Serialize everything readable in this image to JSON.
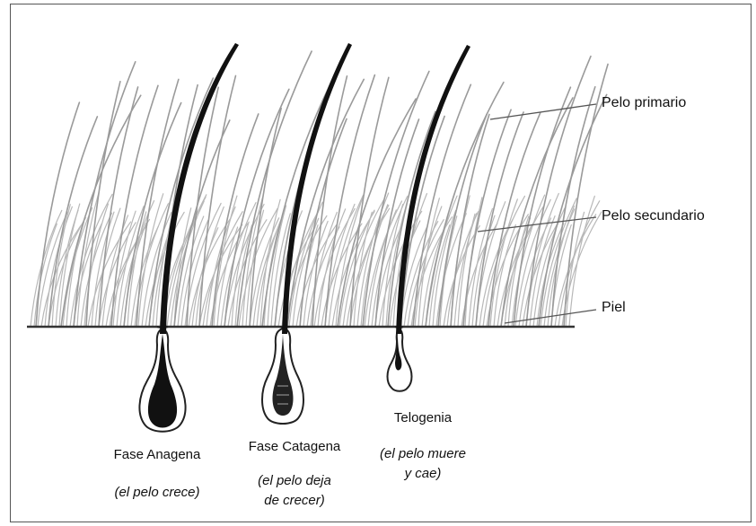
{
  "labels": {
    "primary_hair": "Pelo primario",
    "secondary_hair": "Pelo secundario",
    "skin": "Piel"
  },
  "phases": {
    "anagen": {
      "title": "Fase Anagena",
      "note": [
        "(el pelo crece)"
      ]
    },
    "catagen": {
      "title": "Fase Catagena",
      "note": [
        "(el pelo deja",
        "de crecer)"
      ]
    },
    "telogen": {
      "title": "Telogenia",
      "note": [
        "(el pelo muere",
        "y cae)"
      ]
    }
  },
  "colors": {
    "secondary_hair": "#b8b8b8",
    "primary_hair": "#9a9a9a",
    "growing_hair": "#111111",
    "skin_line": "#333333"
  }
}
